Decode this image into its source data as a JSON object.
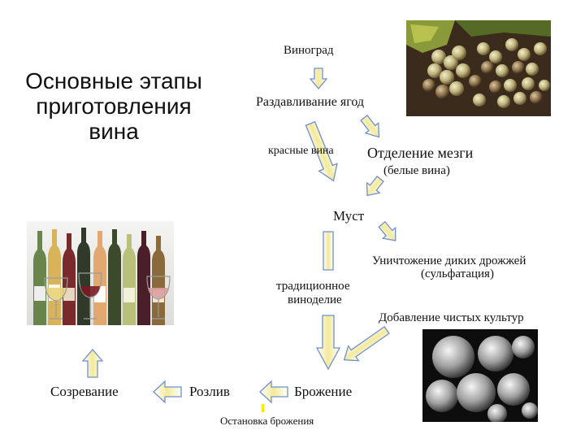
{
  "title": [
    "Основные этапы",
    "приготовления",
    "вина"
  ],
  "nodes": {
    "grapes": "Виноград",
    "crushing": "Раздавливание ягод",
    "red_wines": "красные вина",
    "pomace_separation": "Отделение мезги",
    "white_wines": "(белые вина)",
    "must": "Муст",
    "wild_yeast_line1": "Уничтожение диких дрожжей",
    "wild_yeast_line2": "(сульфатация)",
    "traditional_line1": "традиционное",
    "traditional_line2": "виноделие",
    "pure_cultures": "Добавление чистых культур",
    "fermentation": "Брожение",
    "bottling": "Розлив",
    "maturation": "Созревание",
    "stop_fermentation": "Остановка брожения"
  },
  "colors": {
    "arrow_fill": "#f3e88e",
    "arrow_stroke": "#6f8fcf",
    "yellow_mark": "#ffe600"
  },
  "images": [
    "grapes-photo",
    "wine-bottles-photo",
    "yeast-cells-photo"
  ]
}
